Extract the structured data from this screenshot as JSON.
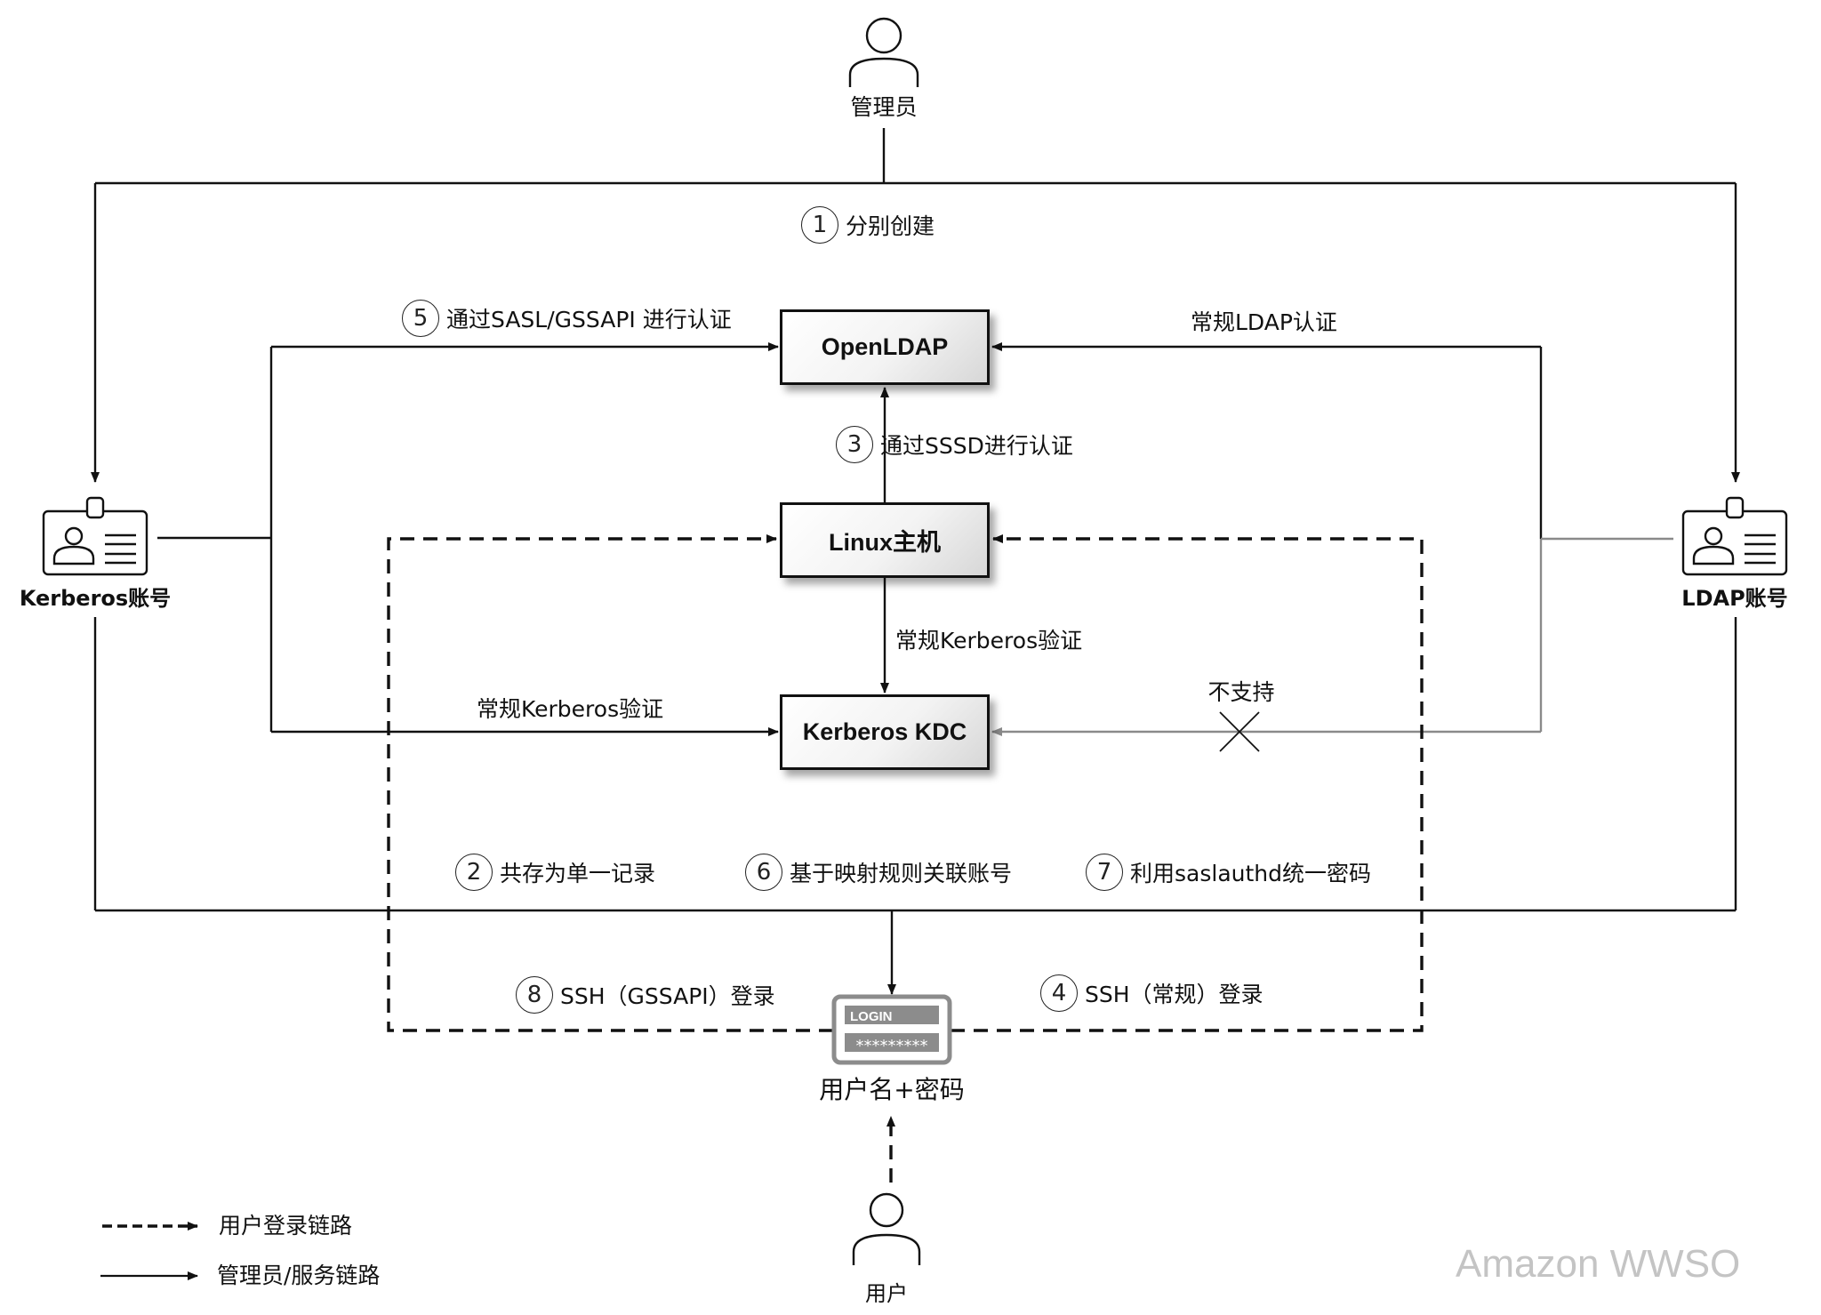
{
  "nodes": {
    "admin": {
      "label": "管理员"
    },
    "kerberos_account": {
      "label": "Kerberos账号"
    },
    "ldap_account": {
      "label": "LDAP账号"
    },
    "openldap": {
      "label": "OpenLDAP"
    },
    "linux_host": {
      "label": "Linux主机"
    },
    "kerberos_kdc": {
      "label": "Kerberos KDC"
    },
    "login": {
      "field_label": "LOGIN",
      "password_mask": "*********",
      "caption": "用户名+密码"
    },
    "user": {
      "label": "用户"
    }
  },
  "steps": [
    {
      "num": "1",
      "text": "分别创建"
    },
    {
      "num": "5",
      "text": "通过SASL/GSSAPI 进行认证"
    },
    {
      "num": "3",
      "text": "通过SSSD进行认证"
    },
    {
      "num": "2",
      "text": "共存为单一记录"
    },
    {
      "num": "6",
      "text": "基于映射规则关联账号"
    },
    {
      "num": "7",
      "text": "利用saslauthd统一密码"
    },
    {
      "num": "8",
      "text": "SSH（GSSAPI）登录"
    },
    {
      "num": "4",
      "text": "SSH（常规）登录"
    }
  ],
  "edge_labels": {
    "ldap_auth": "常规LDAP认证",
    "kerberos_auth_vertical": "常规Kerberos验证",
    "kerberos_auth_left": "常规Kerberos验证",
    "not_supported": "不支持"
  },
  "legend": {
    "dashed": "用户登录链路",
    "solid": "管理员/服务链路"
  },
  "watermark": "Amazon WWSO",
  "colors": {
    "line": "#111111",
    "unsupported_line": "#8a8a8a",
    "login_gray": "#8c8c8c",
    "watermark": "#c4c4c4"
  }
}
